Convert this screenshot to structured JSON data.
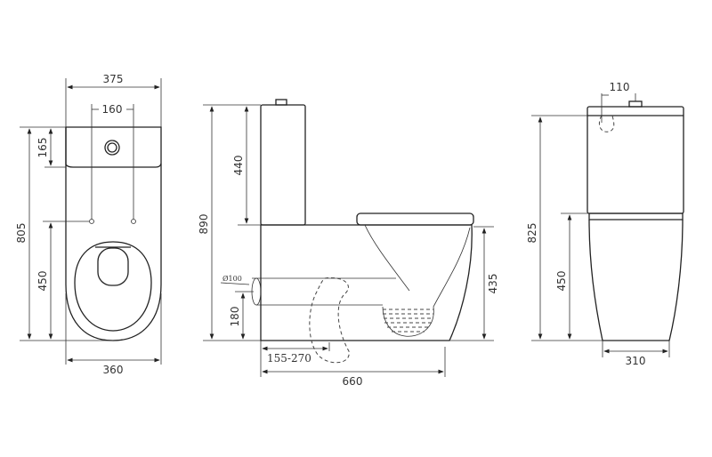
{
  "top_view": {
    "width_top": "375",
    "flush_spacing": "160",
    "tank_depth": "165",
    "total_length": "805",
    "bolt_to_front": "450",
    "width_bottom": "360"
  },
  "side_view": {
    "total_height": "890",
    "tank_height": "440",
    "seat_height": "435",
    "outlet_height": "180",
    "outlet_diameter": "Ø100",
    "rough_in": "155-270",
    "total_depth": "660"
  },
  "front_view": {
    "button_offset": "110",
    "total_height": "825",
    "seat_height": "450",
    "base_width": "310"
  }
}
